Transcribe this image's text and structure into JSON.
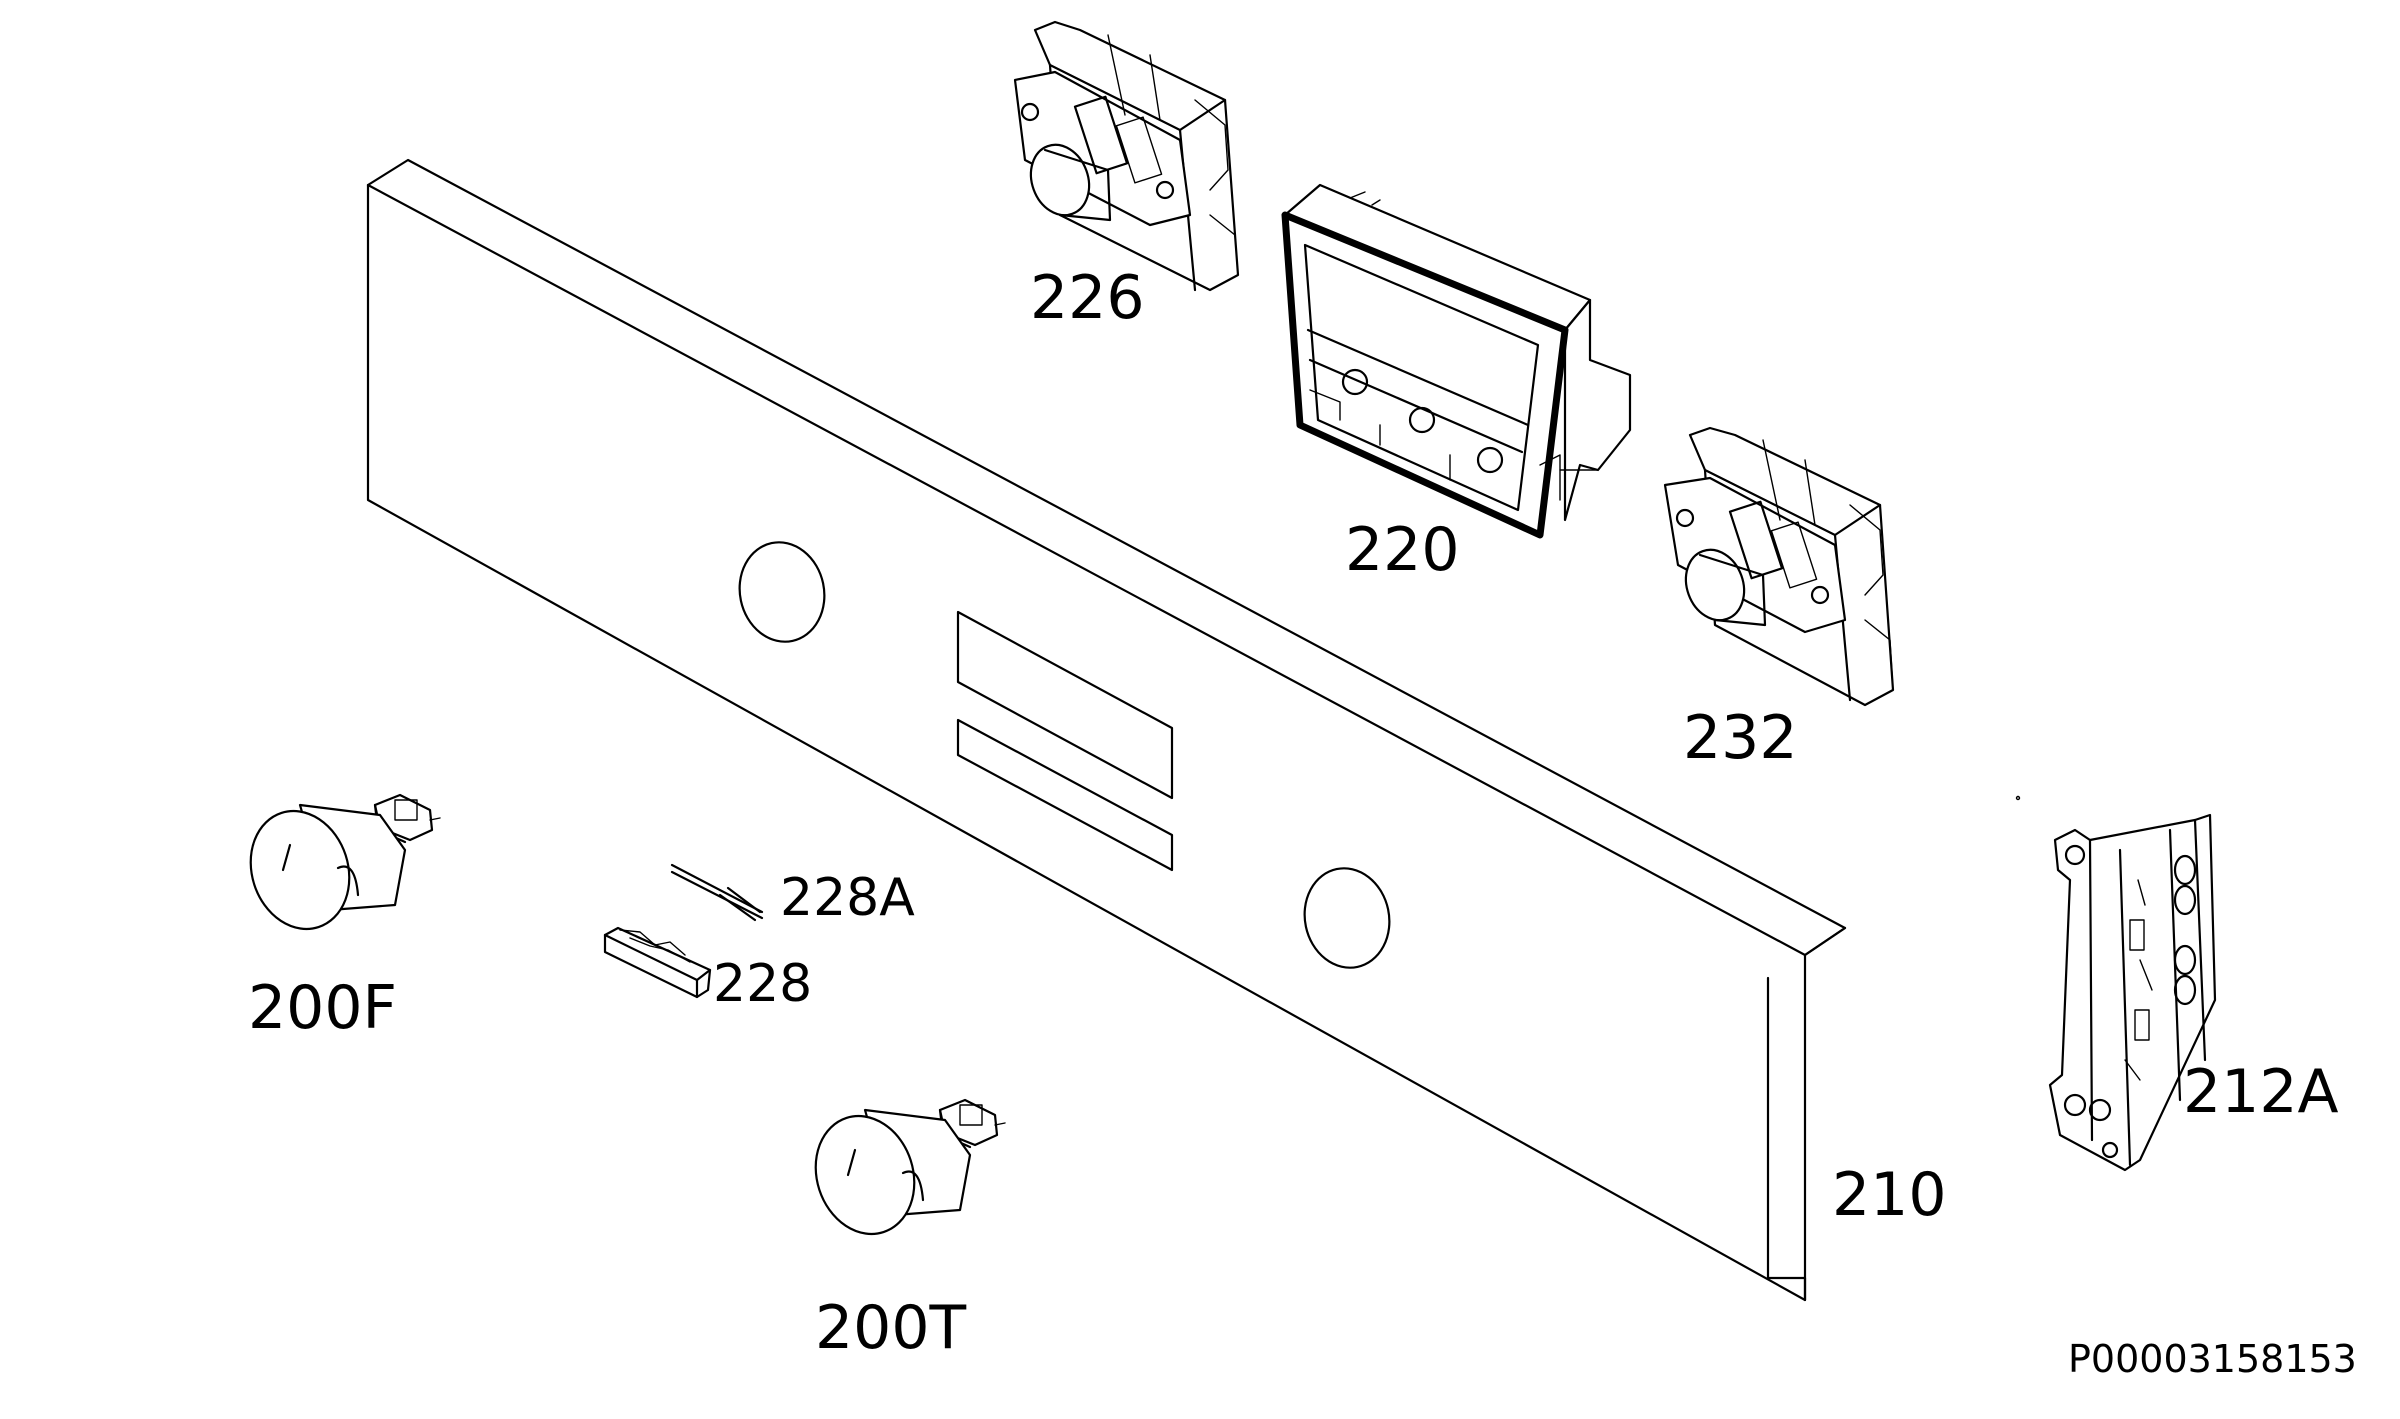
{
  "colors": {
    "background": "#ffffff",
    "line": "#000000"
  },
  "parts": {
    "p226": "226",
    "p220": "220",
    "p232": "232",
    "p228a": "228A",
    "p228": "228",
    "p200f": "200F",
    "p200t": "200T",
    "p210": "210",
    "p212a": "212A"
  },
  "drawing_code": "P00003158153"
}
